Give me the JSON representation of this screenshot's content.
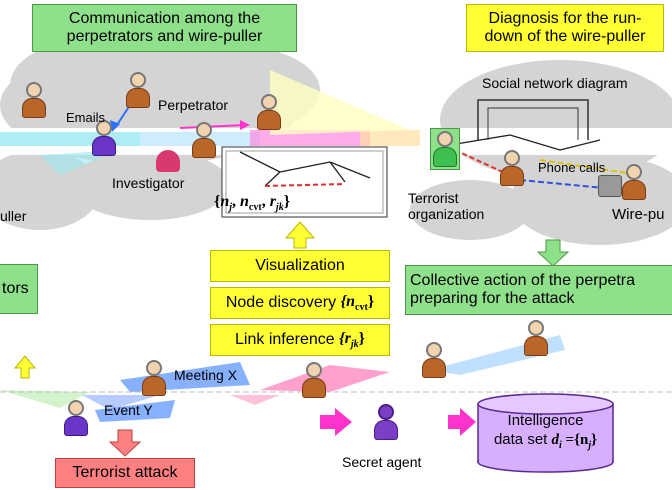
{
  "boxes": {
    "communication": "Communication among the\nperpetrators and wire-puller",
    "diagnosis": "Diagnosis for the run-\ndown of the wire-puller",
    "visualization": "Visualization",
    "node_discovery": "Node discovery",
    "node_discovery_math": "{n",
    "node_discovery_sub": "cvt",
    "node_discovery_close": "}",
    "link_inference": "Link inference",
    "link_inference_math": "{r",
    "link_inference_sub": "jk",
    "link_inference_close": "}",
    "collective_action": "Collective action of the perpetra\n   preparing for the attack",
    "terrorist_attack": "Terrorist attack",
    "intelligence": "Intelligence",
    "intelligence_line2": "data set",
    "intelligence_math": "d",
    "intelligence_sub": "i",
    "intelligence_eq": " ={n",
    "intelligence_sub2": "j",
    "intelligence_close": "}",
    "tors": "tors"
  },
  "labels": {
    "emails": "Emails",
    "perpetrator": "Perpetrator",
    "investigator": "Investigator",
    "uller": "uller",
    "social_network": "Social network diagram",
    "phone_calls": "Phone calls",
    "terrorist_org": "Terrorist\norganization",
    "wire_pu": "Wire-pu",
    "meeting_x": "Meeting X",
    "event_y": "Event Y",
    "secret_agent": "Secret agent"
  },
  "set_notation": {
    "open": "{",
    "n": "n",
    "n_sub": "j",
    "sep1": ", ",
    "n2": "n",
    "n2_sub": "cvt",
    "sep2": ", ",
    "r": "r",
    "r_sub": "jk",
    "close": "}"
  },
  "colors": {
    "green_box": "#8fe08a",
    "yellow_box": "#ffff33",
    "pink_box": "#ff8080",
    "cloud": "#d4d4d4",
    "cylinder": "#d6b0ff",
    "arrow_magenta": "#ff33cc",
    "arrow_red_dashed": "#e03030",
    "arrow_blue_dashed": "#3050e0",
    "arrow_yellow_dashed": "#e0c000"
  }
}
